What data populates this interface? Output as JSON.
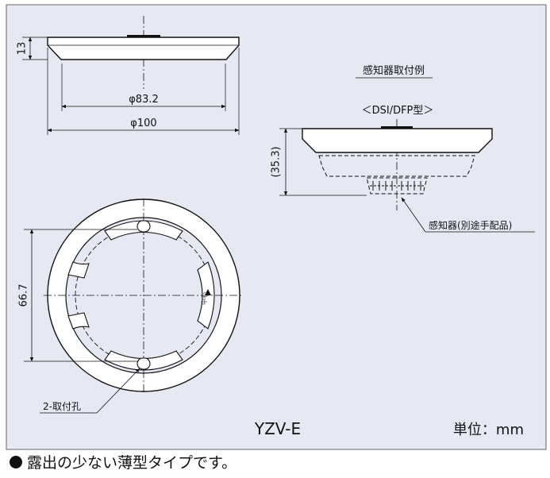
{
  "dimensions": {
    "height_13": "13",
    "dia_83": "φ83.2",
    "dia_100": "φ100",
    "dist_66": "66.7",
    "height_35": "(35.3)"
  },
  "labels": {
    "example_title": "感知器取付例",
    "sensor_type": "＜DSI/DFP型＞",
    "sensor_note": "感知器(別途手配品)",
    "holes": "2-取付孔",
    "center_mark": "中心"
  },
  "model": "YZV-E",
  "unit": "単位：mm",
  "footnote": "露出の少ない薄型タイプです。",
  "colors": {
    "background": "#e6e9f3",
    "body": "#ffffff",
    "line": "#111111",
    "frame": "#666666"
  }
}
